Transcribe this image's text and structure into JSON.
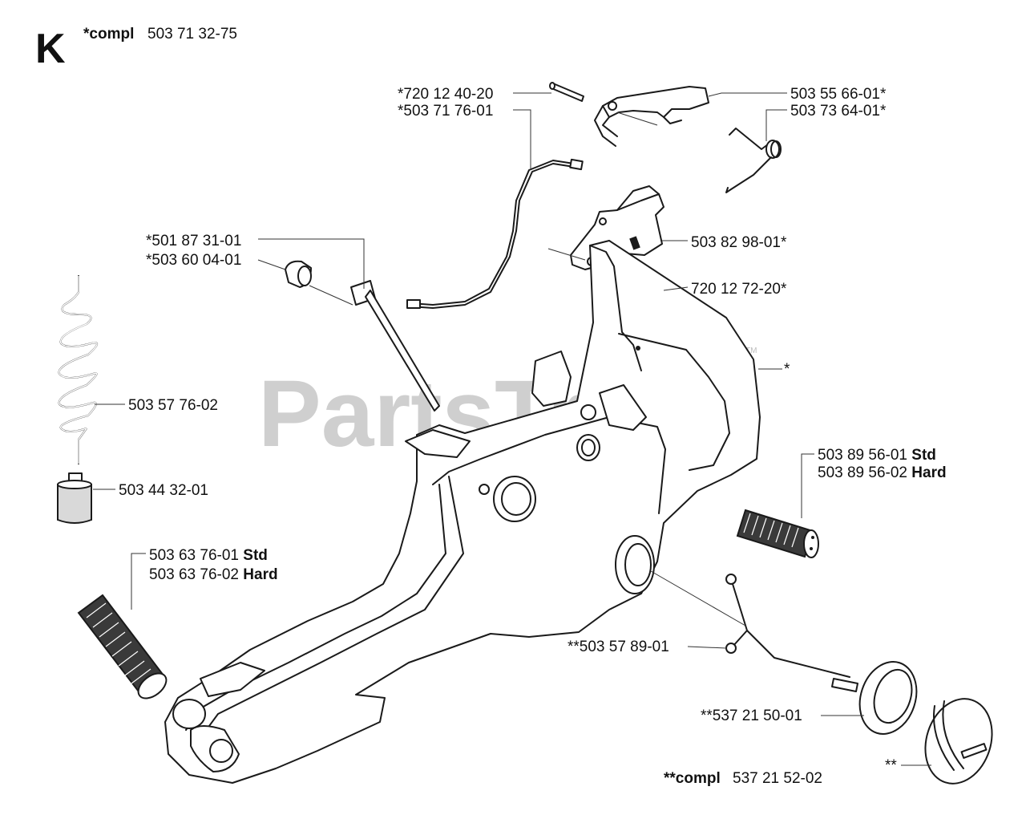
{
  "section_letter": "K",
  "kit": {
    "prefix": "*compl",
    "number": "503 71 32-75"
  },
  "kit2": {
    "prefix": "**compl",
    "number": "537 21 52-02"
  },
  "watermark": {
    "text": "PartsTree",
    "tm": "TM"
  },
  "labels": {
    "p720124020": "*720 12 40-20",
    "p503717601": "*503 71 76-01",
    "p503556601": "503 55 66-01*",
    "p503736401": "503 73 64-01*",
    "p503829801": "503 82 98-01*",
    "p720127220": "720 12 72-20*",
    "p501873101": "*501 87 31-01",
    "p503600401": "*503 60 04-01",
    "p503577602": "503 57 76-02",
    "p503443201": "503 44 32-01",
    "star": "*",
    "p5038956": {
      "std": "503 89 56-01",
      "std_tag": "Std",
      "hard": "503 89 56-02",
      "hard_tag": "Hard"
    },
    "p5036376": {
      "std": "503 63 76-01",
      "std_tag": "Std",
      "hard": "503 63 76-02",
      "hard_tag": "Hard"
    },
    "p503578901": "**503 57 89-01",
    "p537215001": "**537 21 50-01",
    "dstar": "**"
  }
}
